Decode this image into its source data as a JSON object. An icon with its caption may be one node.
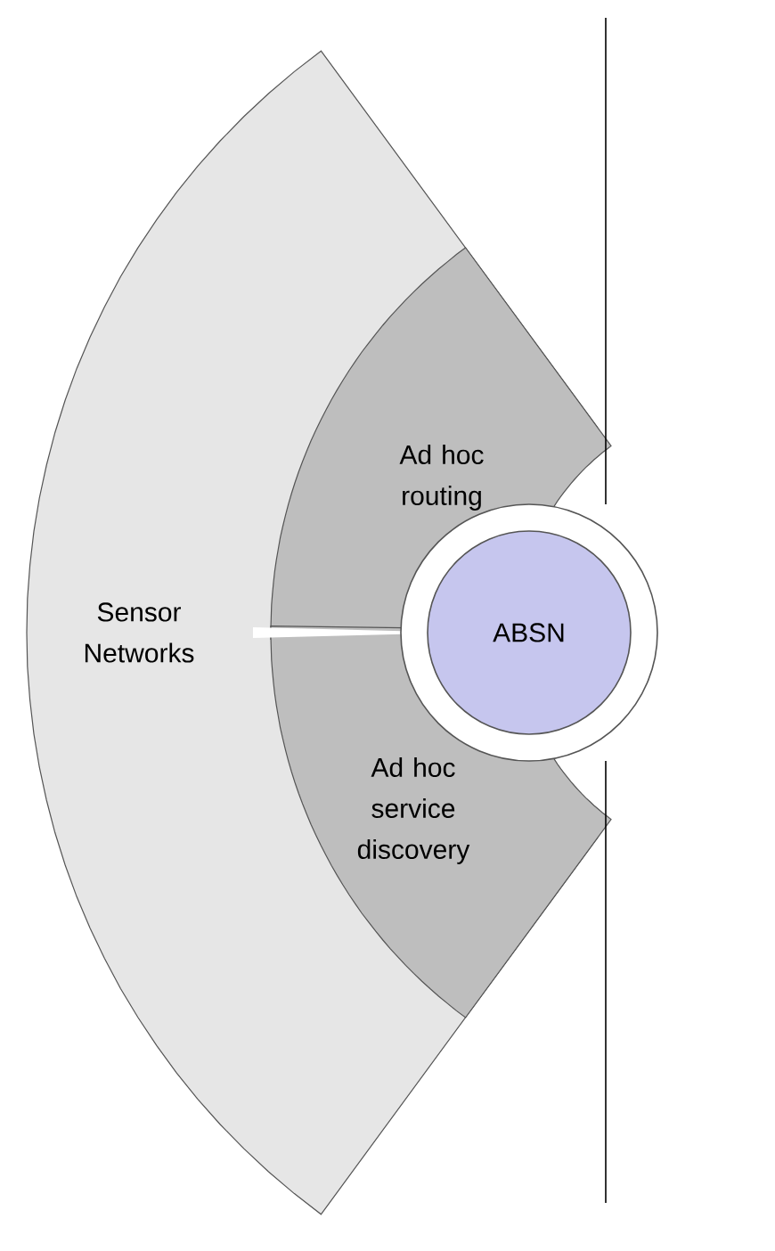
{
  "diagram": {
    "nodes": [
      {
        "text": [
          "Sensor Networks"
        ]
      },
      {
        "text": [
          "Ad hoc routing"
        ],
        "in": 0
      },
      {
        "text": [
          "Ad hoc service discovery"
        ],
        "in": 0
      },
      {
        "text": [
          "ABSN"
        ]
      }
    ]
  }
}
